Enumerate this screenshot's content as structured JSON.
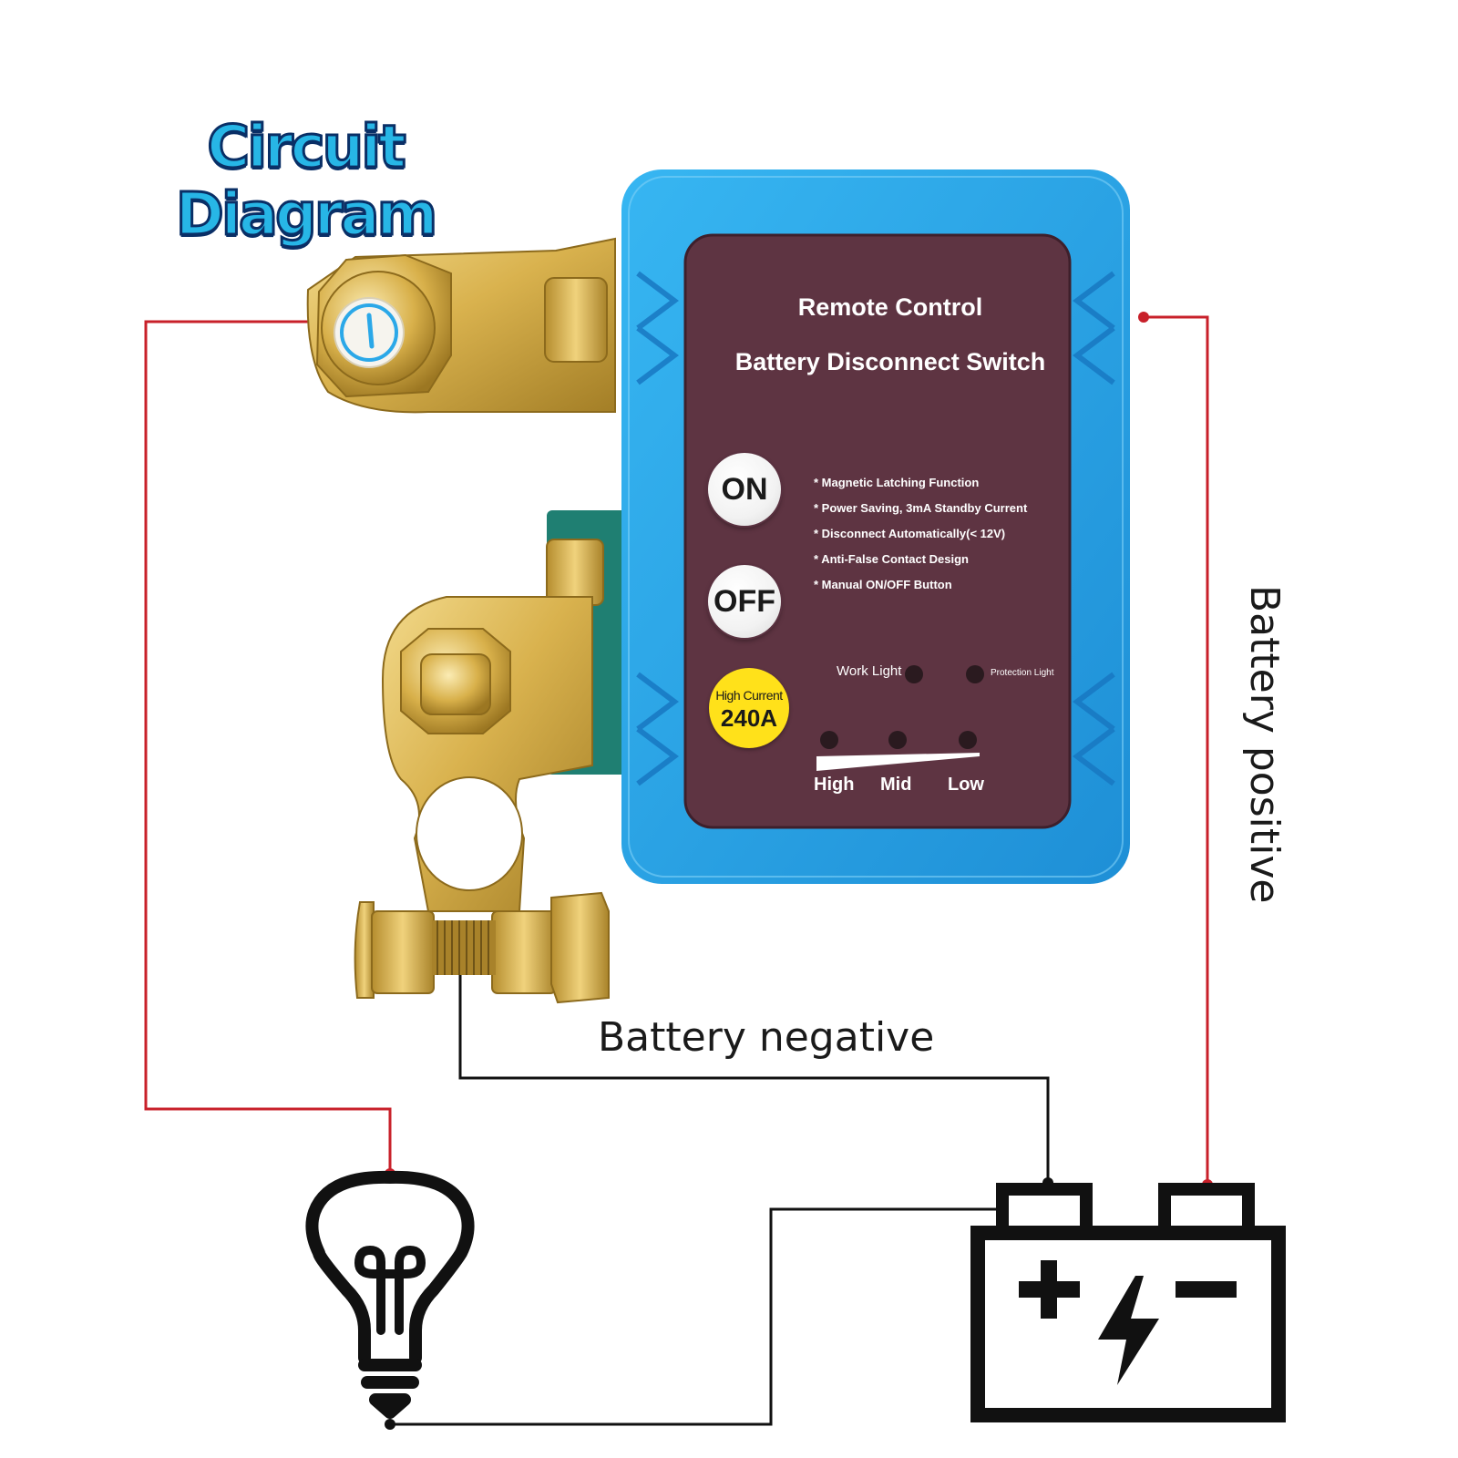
{
  "title_line1": "Circuit",
  "title_line2": "Diagram",
  "device": {
    "title_line1": "Remote Control",
    "title_line2": "Battery Disconnect Switch",
    "on_button": "ON",
    "off_button": "OFF",
    "features": [
      "* Magnetic Latching Function",
      "* Power Saving, 3mA Standby Current",
      "* Disconnect Automatically(< 12V)",
      "* Anti-False Contact Design",
      "* Manual ON/OFF Button"
    ],
    "badge_line1": "High Current",
    "badge_line2": "240A",
    "work_light": "Work Light",
    "protection_light": "Protection Light",
    "levels": [
      "High",
      "Mid",
      "Low"
    ]
  },
  "labels": {
    "battery_negative": "Battery negative",
    "battery_positive": "Battery positive"
  },
  "colors": {
    "wire_red": "#c8202a",
    "wire_black": "#111111",
    "housing_blue": "#2ba8e8",
    "panel_maroon": "#5e3442",
    "brass": "#d8b24a",
    "title_cyan": "#27b6e6",
    "badge_yellow": "#ffe11a"
  },
  "icons": [
    "light-bulb-icon",
    "battery-icon",
    "lightning-icon",
    "plus-icon",
    "minus-icon"
  ]
}
